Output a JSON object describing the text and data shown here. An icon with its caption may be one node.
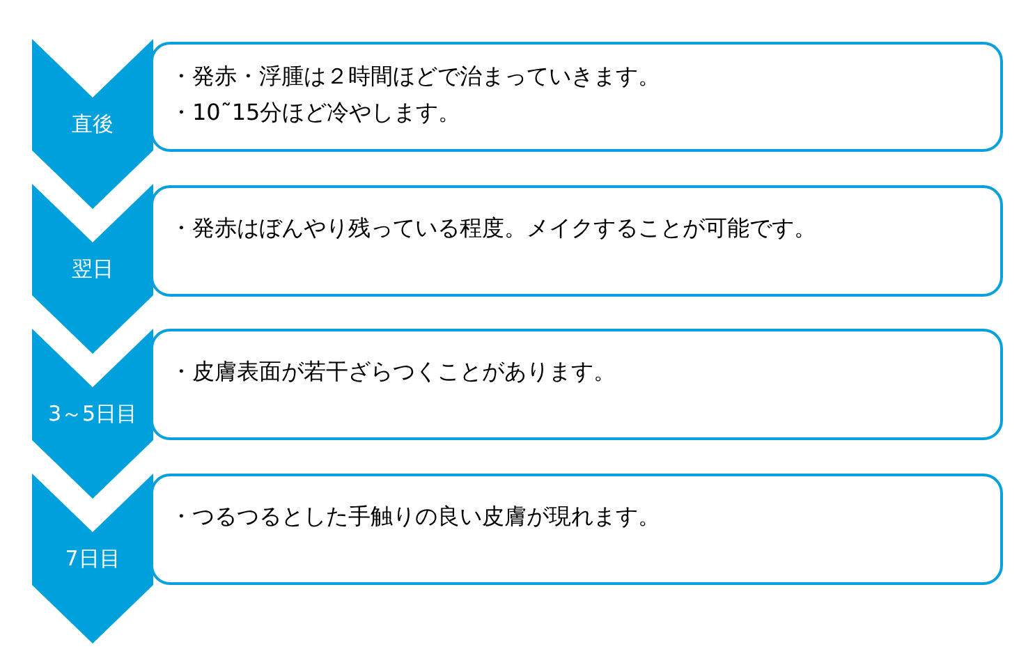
{
  "diagram": {
    "nodes": [
      {
        "text": [
          "直後"
        ]
      },
      {
        "text": [
          "・発赤・浮腫は２時間ほどで治まっていきます。",
          "・10˜15分ほど冷やします。"
        ]
      },
      {
        "text": [
          "翌日"
        ]
      },
      {
        "text": [
          "・発赤はぼんやり残っている程度。メイクすることが可能です。"
        ]
      },
      {
        "text": [
          "3～5日目"
        ]
      },
      {
        "text": [
          "・皮膚表面が若干ざらつくことがあります。"
        ]
      },
      {
        "text": [
          "7日目"
        ]
      },
      {
        "text": [
          "・つるつるとした手触りの良い皮膚が現れます。"
        ]
      }
    ]
  }
}
